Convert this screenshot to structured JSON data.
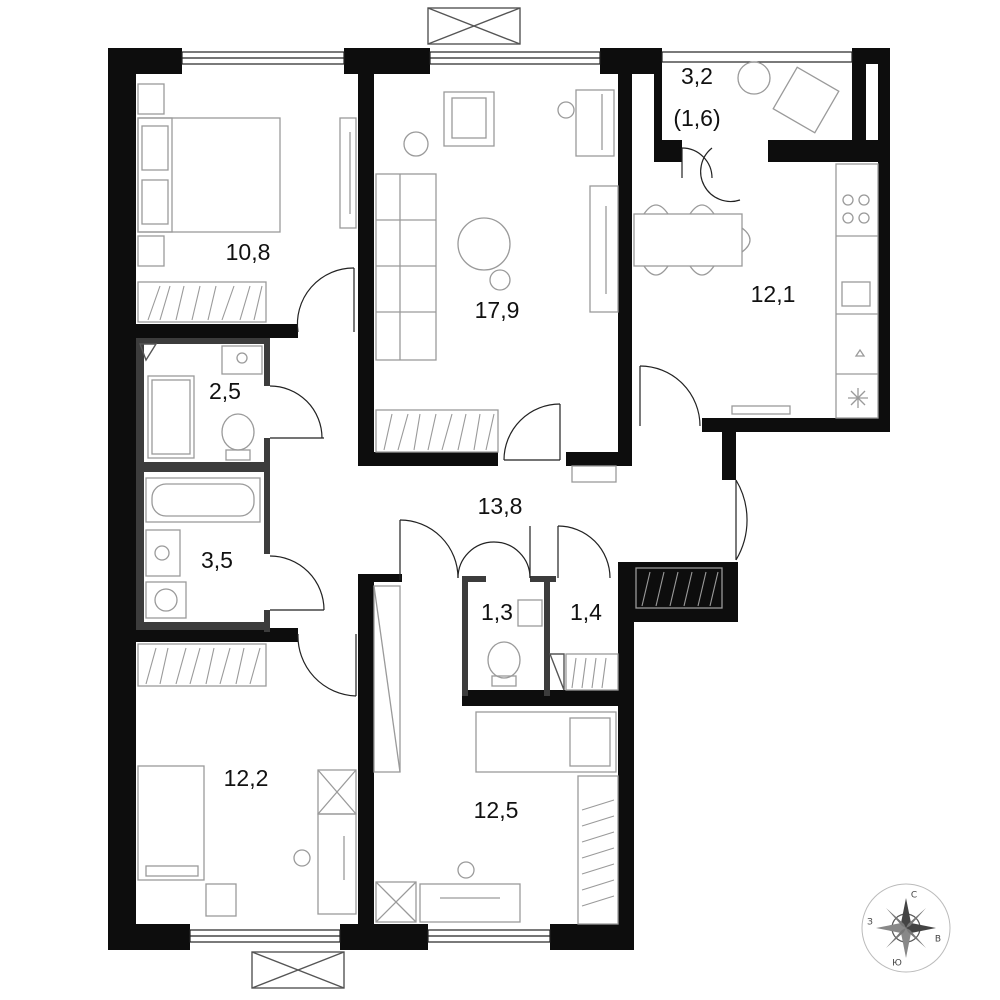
{
  "rooms": {
    "bedroom_1": "10,8",
    "living": "17,9",
    "balcony_area": "3,2",
    "balcony_area_reduced": "(1,6)",
    "kitchen": "12,1",
    "bathroom_small": "2,5",
    "bathroom_large": "3,5",
    "hall": "13,8",
    "wc": "1,3",
    "storage": "1,4",
    "bedroom_2": "12,2",
    "bedroom_3": "12,5"
  },
  "compass": {
    "north": "С",
    "south": "Ю",
    "east": "В",
    "west": "З",
    "icon": "compass-rose-icon"
  },
  "colors": {
    "wall": "#0d0d0d",
    "wall_partition": "#3c3c3c",
    "furniture": "#9a9a9a",
    "background": "#ffffff"
  }
}
